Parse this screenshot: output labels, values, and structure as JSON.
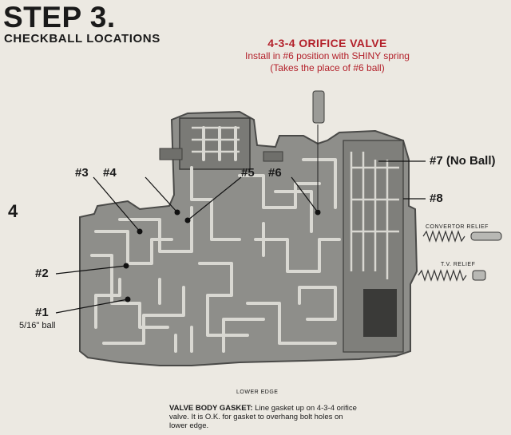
{
  "header": {
    "title": "STEP 3.",
    "subtitle": "CHECKBALL LOCATIONS"
  },
  "page_marker": "4",
  "orifice_note": {
    "heading": "4-3-4 ORIFICE VALVE",
    "line1": "Install in #6 position with SHINY spring",
    "line2": "(Takes the place of #6 ball)"
  },
  "callouts": {
    "ball1": "#1",
    "ball1_size": "5/16\" ball",
    "ball2": "#2",
    "ball3": "#3",
    "ball4": "#4",
    "ball5": "#5",
    "ball6": "#6",
    "ball7": "#7 (No Ball)",
    "ball8": "#8"
  },
  "parts": {
    "convertor_relief": "CONVERTOR RELIEF",
    "tv_relief": "T.V. RELIEF",
    "lower_edge": "LOWER EDGE"
  },
  "caption": {
    "lead": "VALVE BODY GASKET:",
    "text": "Line gasket up on 4-3-4 orifice valve. It is O.K. for gasket to overhang bolt holes on lower edge."
  },
  "colors": {
    "accent_red": "#b3202a",
    "body_metal": "#8e8e8a",
    "channel": "#d9d8d2"
  }
}
